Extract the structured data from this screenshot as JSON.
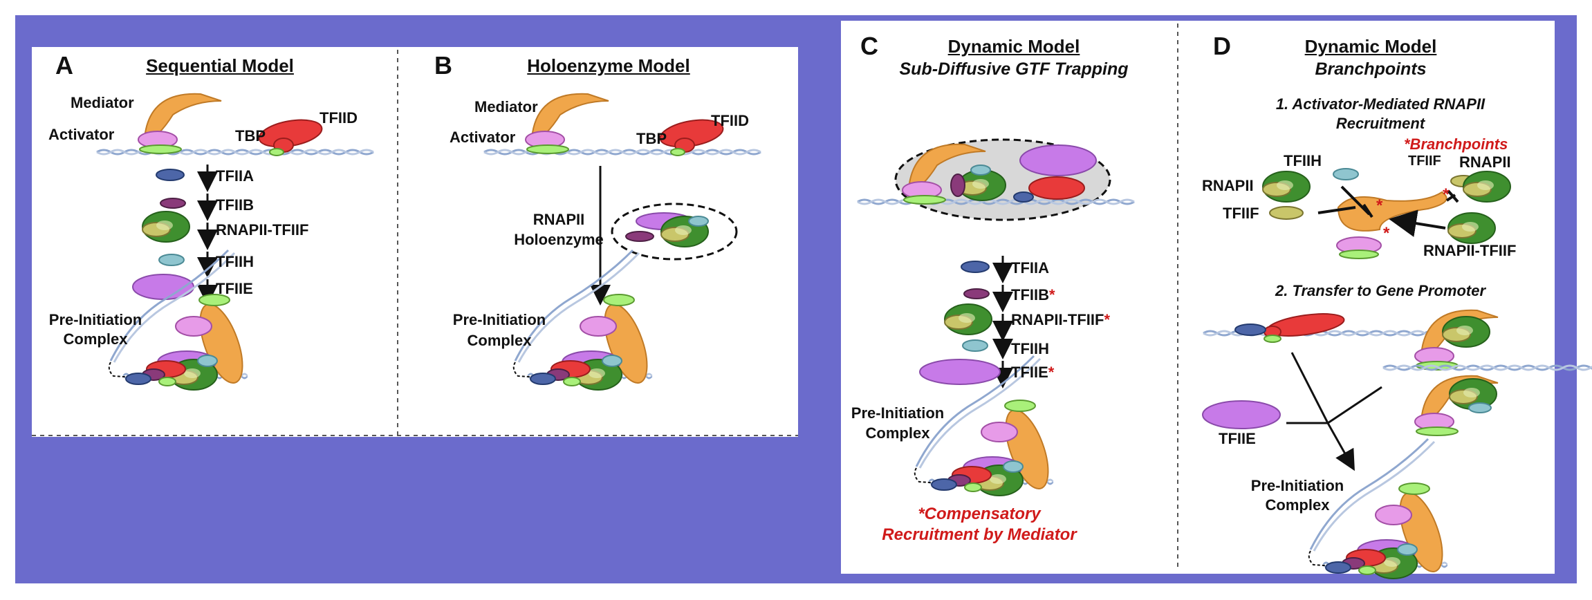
{
  "colors": {
    "background": "#6b6bcc",
    "mediator": "#f0a64a",
    "activator": "#e79be8",
    "tbp": "#e83a3a",
    "tfiia": "#4d66a8",
    "tfiib": "#8a3a7a",
    "rnapii": "#3f8f2f",
    "tfiif": "#c9c66a",
    "tfiih": "#8fc5cf",
    "tfiie": "#c77ae8",
    "promoter": "#a9f07a",
    "accent_red": "#d01a1a"
  },
  "panel_a": {
    "letter": "A",
    "title": "Sequential Model",
    "labels": {
      "mediator": "Mediator",
      "activator": "Activator",
      "tbp": "TBP",
      "tfiid": "TFIID",
      "pic_line1": "Pre-Initiation",
      "pic_line2": "Complex"
    },
    "steps": [
      "TFIIA",
      "TFIIB",
      "RNAPII-TFIIF",
      "TFIIH",
      "TFIIE"
    ]
  },
  "panel_b": {
    "letter": "B",
    "title": "Holoenzyme Model",
    "labels": {
      "mediator": "Mediator",
      "activator": "Activator",
      "tbp": "TBP",
      "tfiid": "TFIID",
      "holo_line1": "RNAPII",
      "holo_line2": "Holoenzyme",
      "pic_line1": "Pre-Initiation",
      "pic_line2": "Complex"
    }
  },
  "panel_c": {
    "letter": "C",
    "title": "Dynamic Model",
    "subtitle": "Sub-Diffusive GTF Trapping",
    "steps": [
      {
        "label": "TFIIA",
        "star": ""
      },
      {
        "label": "TFIIB",
        "star": "*"
      },
      {
        "label": "RNAPII-TFIIF",
        "star": "*"
      },
      {
        "label": "TFIIH",
        "star": ""
      },
      {
        "label": "TFIIE",
        "star": "*"
      }
    ],
    "labels": {
      "pic_line1": "Pre-Initiation",
      "pic_line2": "Complex"
    },
    "note_line1": "*Compensatory",
    "note_line2": "Recruitment by Mediator"
  },
  "panel_d": {
    "letter": "D",
    "title": "Dynamic Model",
    "subtitle": "Branchpoints",
    "section1_line1": "1. Activator-Mediated RNAPII",
    "section1_line2": "Recruitment",
    "branchpoints": "*Branchpoints",
    "labels": {
      "tfiih": "TFIIH",
      "rnapii_left": "RNAPII",
      "tfiif_left": "TFIIF",
      "tfiif_right": "TFIIF",
      "rnapii_right": "RNAPII",
      "rnapii_tfiif": "RNAPII-TFIIF",
      "tfiie": "TFIIE",
      "pic_line1": "Pre-Initiation",
      "pic_line2": "Complex"
    },
    "section2": "2. Transfer to Gene Promoter"
  }
}
